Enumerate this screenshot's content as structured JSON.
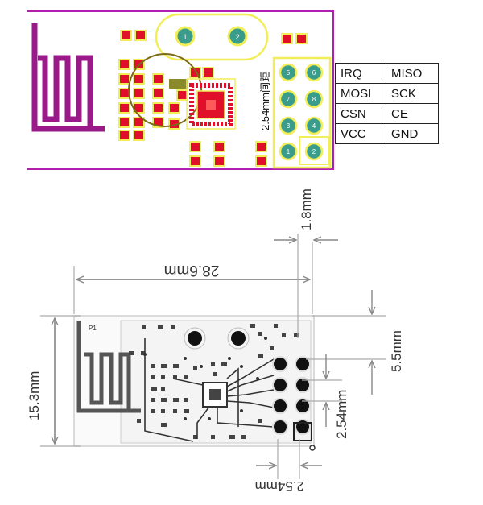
{
  "pcb": {
    "pin_pitch_label": "2.54mm间距",
    "header_pins": [
      "5",
      "6",
      "7",
      "8",
      "3",
      "4",
      "1",
      "2"
    ],
    "crystal_pins": [
      "1",
      "2"
    ]
  },
  "pinout_table": [
    [
      "IRQ",
      "MISO"
    ],
    [
      "MOSI",
      "SCK"
    ],
    [
      "CSN",
      "CE"
    ],
    [
      "VCC",
      "GND"
    ]
  ],
  "dimensions": {
    "length": "28.6mm",
    "width": "15.3mm",
    "header_offset_top": "5.5mm",
    "header_offset_side": "1.8mm",
    "pin_pitch_vertical": "2.54mm",
    "pin_pitch_horizontal": "2.54mm"
  },
  "silkscreen": {
    "antenna_label": "P1"
  },
  "colors": {
    "board_magenta": "#b01fb0",
    "pad_red": "#e0102a",
    "silk_yellow": "#f2ee5a",
    "dim_gray": "#999999"
  }
}
